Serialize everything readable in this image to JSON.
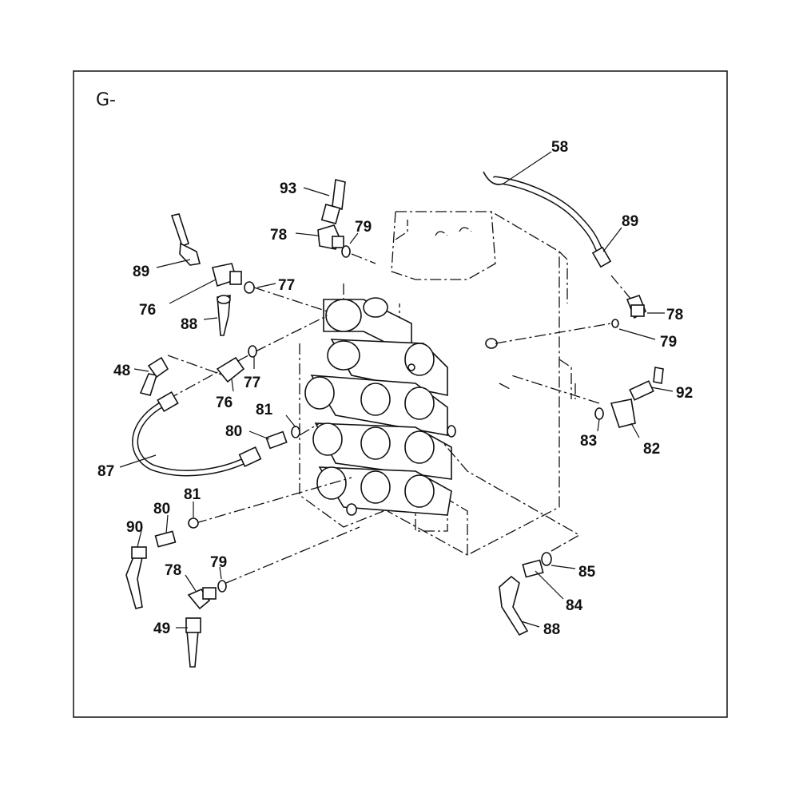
{
  "diagram": {
    "section_label": "G-",
    "callouts": [
      "58",
      "93",
      "79",
      "78",
      "89",
      "78",
      "79",
      "89",
      "76",
      "77",
      "88",
      "48",
      "77",
      "76",
      "92",
      "81",
      "80",
      "83",
      "82",
      "87",
      "81",
      "80",
      "90",
      "78",
      "79",
      "85",
      "84",
      "49",
      "88"
    ]
  }
}
